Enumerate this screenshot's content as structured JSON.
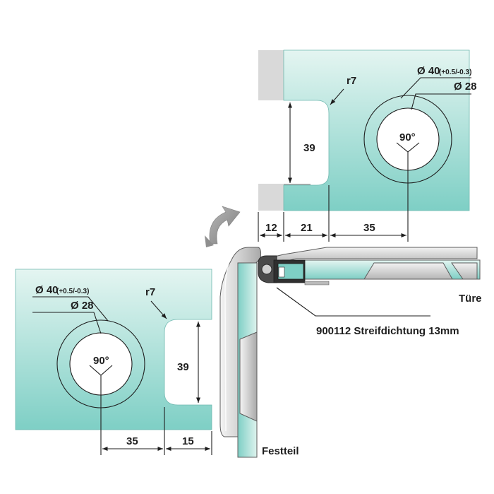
{
  "top_plate": {
    "dim_hole_outer": "Ø 40",
    "dim_hole_tolerance": "(+0.5/-0.3)",
    "dim_hole_inner": "Ø 28",
    "angle": "90°",
    "radius": "r7",
    "height": "39",
    "width_a": "12",
    "width_b": "21",
    "width_c": "35"
  },
  "bottom_plate": {
    "dim_hole_outer": "Ø 40",
    "dim_hole_tolerance": "(+0.5/-0.3)",
    "dim_hole_inner": "Ø 28",
    "angle": "90°",
    "radius": "r7",
    "height": "39",
    "width_a": "35",
    "width_b": "15"
  },
  "section": {
    "door_label": "Türe",
    "seal_label": "900112 Streifdichtung 13mm",
    "fixed_label": "Festteil"
  },
  "colors": {
    "glass_top": "#e3f4f0",
    "glass_bottom": "#7fcfc6",
    "metal_light": "#eaeaea",
    "metal_dark": "#9c9c9c",
    "arrow_gray": "#8f8f8f"
  }
}
